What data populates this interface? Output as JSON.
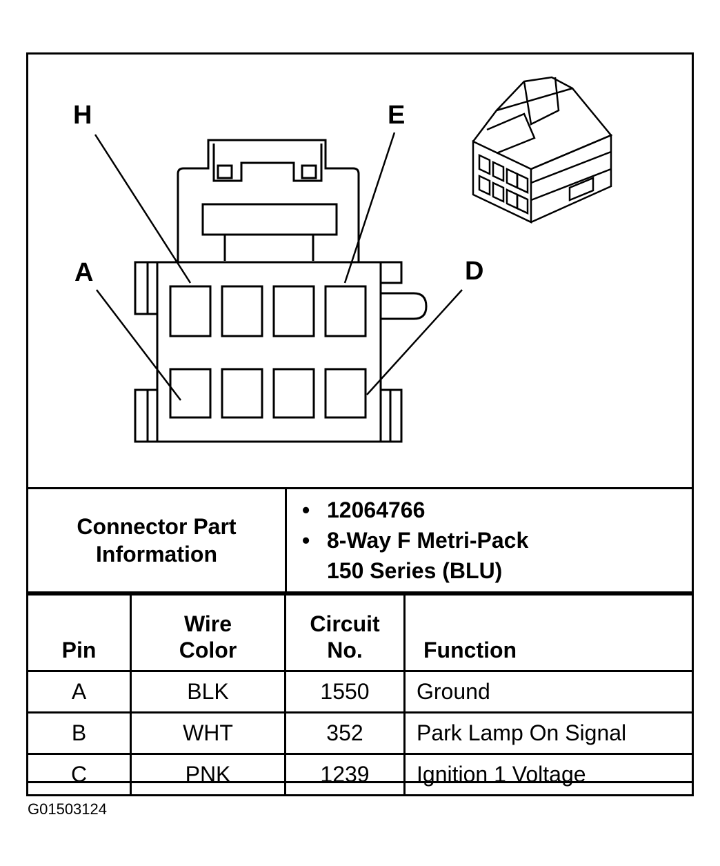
{
  "callouts": {
    "H": "H",
    "E": "E",
    "A": "A",
    "D": "D"
  },
  "connector_info": {
    "label": "Connector Part Information",
    "part_number": "12064766",
    "description_line1": "8-Way F Metri-Pack",
    "description_line2": "150 Series (BLU)"
  },
  "table": {
    "headers": {
      "pin": "Pin",
      "wire_color": "Wire Color",
      "circuit_no": "Circuit No.",
      "function": "Function"
    },
    "rows": [
      {
        "pin": "A",
        "wire_color": "BLK",
        "circuit": "1550",
        "function": "Ground"
      },
      {
        "pin": "B",
        "wire_color": "WHT",
        "circuit": "352",
        "function": "Park Lamp On Signal"
      },
      {
        "pin": "C",
        "wire_color": "PNK",
        "circuit": "1239",
        "function": "Ignition 1 Voltage"
      }
    ]
  },
  "figure_id": "G01503124"
}
